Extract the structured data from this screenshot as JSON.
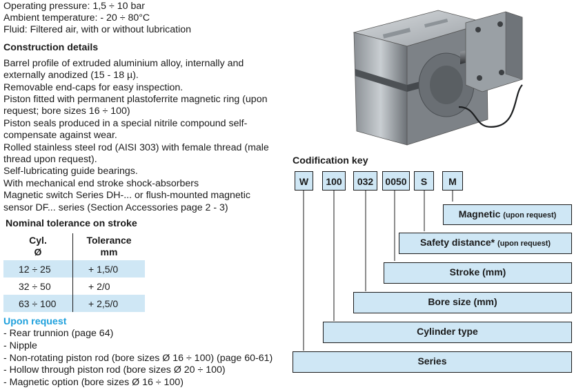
{
  "specs": {
    "pressure": "Operating pressure: 1,5 ÷ 10 bar",
    "temperature": "Ambient temperature: - 20 ÷ 80°C",
    "fluid": "Fluid: Filtered air, with or without lubrication"
  },
  "construction": {
    "title": "Construction details",
    "lines": [
      "Barrel profile of extruded aluminium alloy, internally and",
      "externally anodized (15 - 18 µ).",
      "Removable end-caps for easy inspection.",
      "Piston fitted with permanent plastoferrite magnetic ring (upon",
      "request; bore sizes 16 ÷ 100)",
      "Piston seals produced in a special nitrile compound self-",
      "compensate against wear.",
      "Rolled stainless steel rod (AISI 303) with female thread (male",
      "thread upon request).",
      "Self-lubricating guide bearings.",
      "With mechanical  end stroke shock-absorbers",
      "Magnetic switch Series DH-... or flush-mounted magnetic",
      "sensor DF... series  (Section Accessories page 2 - 3)"
    ]
  },
  "tolerance": {
    "title": "Nominal tolerance on stroke",
    "col1_line1": "Cyl.",
    "col1_line2": "Ø",
    "col2_line1": "Tolerance",
    "col2_line2": "mm",
    "rows": [
      {
        "cyl": "12 ÷ 25",
        "tol": "+ 1,5/0"
      },
      {
        "cyl": "32 ÷ 50",
        "tol": "+ 2/0"
      },
      {
        "cyl": "63 ÷ 100",
        "tol": "+ 2,5/0"
      }
    ]
  },
  "upon_request": {
    "title": "Upon request",
    "items": [
      "- Rear trunnion (page 64)",
      "- Nipple",
      "- Non-rotating piston rod (bore sizes Ø 16 ÷ 100) (page 60-61)",
      "- Hollow through piston rod (bore sizes Ø 20 ÷ 100)",
      "- Magnetic option (bore sizes Ø 16 ÷ 100)"
    ]
  },
  "codification": {
    "title": "Codification key",
    "codes": [
      "W",
      "100",
      "032",
      "0050",
      "S",
      "M"
    ],
    "labels": {
      "magnetic": "Magnetic",
      "magnetic_note": "(upon request)",
      "safety": "Safety distance*",
      "safety_note": "(upon request)",
      "stroke": "Stroke (mm)",
      "bore": "Bore size (mm)",
      "cylinder": "Cylinder type",
      "series": "Series"
    }
  }
}
